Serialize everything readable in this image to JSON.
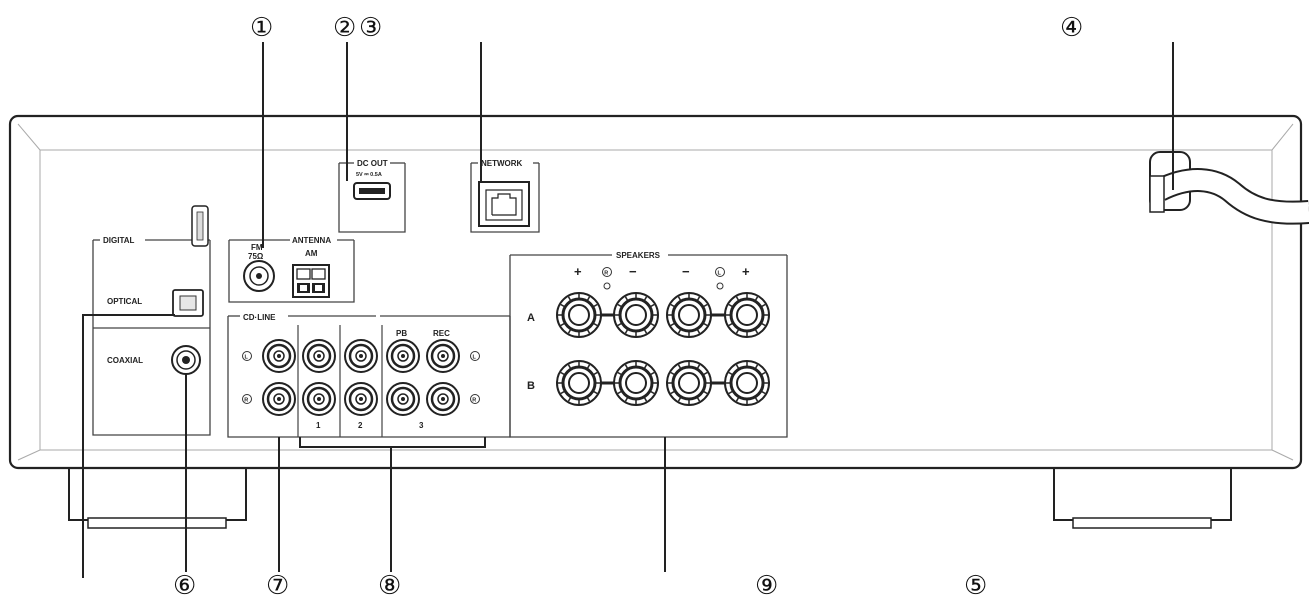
{
  "callouts": {
    "c1": "①",
    "c2": "②",
    "c3": "③",
    "c4": "④",
    "c5": "⑤",
    "c6": "⑥",
    "c7": "⑦",
    "c8": "⑧",
    "c9": "⑨"
  },
  "labels": {
    "digital": "DIGITAL",
    "optical": "OPTICAL",
    "coaxial": "COAXIAL",
    "antenna": "ANTENNA",
    "fm": "FM",
    "fm_ohm": "75Ω",
    "am": "AM",
    "dc_out": "DC OUT",
    "dc_out_spec": "5V ⎓ 0.5A",
    "network": "NETWORK",
    "cd_line": "CD·LINE",
    "pb": "PB",
    "rec": "REC",
    "line_1": "1",
    "line_2": "2",
    "line_3": "3",
    "speakers": "SPEAKERS",
    "row_a": "A",
    "row_b": "B",
    "plus": "+",
    "minus": "−",
    "ch_l": "L",
    "ch_r": "R"
  }
}
